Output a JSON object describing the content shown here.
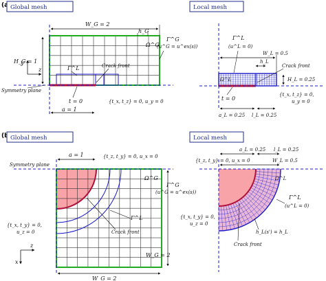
{
  "panels": {
    "a": {
      "tag": "(a)",
      "global_title": "Global mesh",
      "local_title": "Local mesh"
    },
    "b": {
      "tag": "(b)",
      "global_title": "Global mesh",
      "local_title": "Local mesh"
    }
  },
  "panel_a_global": {
    "W_G": "W_G = 2",
    "h_G": "h_G",
    "H_G": "H_G = 1",
    "Omega_G": "Ω^G",
    "Gamma_G": "Γ^G",
    "u_cond": "(u^G = u^ex(s))",
    "Gamma_L": "Γ^L",
    "crack_front": "Crack front",
    "symmetry": "Symmetry plane",
    "traction": "t = 0",
    "a": "a = 1",
    "bc_right": "{t_x, t_z} = 0, u_y = 0",
    "axis_y": "y",
    "axis_z": "z"
  },
  "panel_a_local": {
    "Gamma_L": "Γ^L",
    "u_cond": "(u^L = 0)",
    "Omega_L": "Ω^L",
    "W_L": "W_L = 0.5",
    "h_L": "h_L",
    "crack_front": "Crack front",
    "H_L": "H_L = 0.25",
    "bc": "{t_x, t_z} = 0,",
    "bc2": "u_y = 0",
    "traction": "t = 0",
    "a_L": "a_L = 0.25",
    "l_L": "l_L = 0.25"
  },
  "panel_b_global": {
    "a": "a = 1",
    "bc_top": "{t_z, t_y} = 0, u_x = 0",
    "symmetry": "Symmetry plane",
    "Omega_G": "Ω^G",
    "Gamma_G": "Γ^G",
    "u_cond": "(u^G = u^ex(s))",
    "Gamma_L": "Γ^L",
    "bc_left": "{t_x, t_y} = 0,",
    "bc_left2": "u_z = 0",
    "crack_front": "Crack front",
    "W_G_right": "W_G = 2",
    "W_G_bottom": "W_G = 2",
    "axis_z": "z",
    "axis_x": "x"
  },
  "panel_b_local": {
    "a_L": "a_L = 0.25",
    "l_L": "l_L = 0.25",
    "bc_top": "{t_z, t_y} = 0, u_x = 0",
    "W_L": "W_L = 0.5",
    "Omega_L": "Ω^L",
    "Gamma_L": "Γ^L",
    "u_cond": "(u^L = 0)",
    "bc_left": "{t_x, t_y} = 0,",
    "bc_left2": "u_z = 0",
    "h_L": "h_L(s') = h_L",
    "crack_front": "Crack front"
  },
  "colors": {
    "title_box": "#1f2d8a",
    "outer_boundary": "#22aa22",
    "local_boundary": "#1a1acc",
    "crack": "#b0103a",
    "crack_fill": "#f7a3a8",
    "grid": "#333333",
    "symmetry": "#1a1acc"
  }
}
